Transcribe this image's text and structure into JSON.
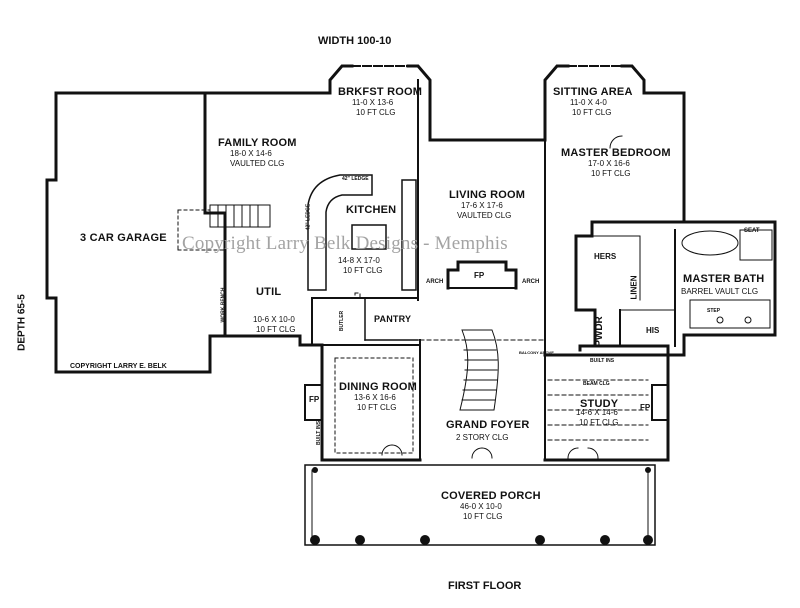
{
  "plan": {
    "width_label": "WIDTH 100-10",
    "depth_label": "DEPTH 65-5",
    "floor_label": "FIRST FLOOR",
    "copyright_text": "COPYRIGHT LARRY E. BELK",
    "watermark": "Copyright Larry Belk Designs - Memphis"
  },
  "rooms": {
    "garage": {
      "name": "3 CAR GARAGE"
    },
    "family": {
      "name": "FAMILY ROOM",
      "size": "18-0 X 14-6",
      "note": "VAULTED CLG"
    },
    "breakfast": {
      "name": "BRKFST ROOM",
      "size": "11-0 X 13-6",
      "note": "10 FT CLG"
    },
    "kitchen": {
      "name": "KITCHEN",
      "size": "14-8 X 17-0",
      "note": "10 FT CLG"
    },
    "util": {
      "name": "UTIL",
      "size": "10-6 X 10-0",
      "note": "10 FT CLG"
    },
    "pantry": {
      "name": "PANTRY"
    },
    "living": {
      "name": "LIVING ROOM",
      "size": "17-6 X 17-6",
      "note": "VAULTED CLG"
    },
    "sitting": {
      "name": "SITTING AREA",
      "size": "11-0 X 4-0",
      "note": "10 FT CLG"
    },
    "master_bed": {
      "name": "MASTER BEDROOM",
      "size": "17-0 X 16-6",
      "note": "10 FT CLG"
    },
    "master_bath": {
      "name": "MASTER BATH",
      "note": "BARREL VAULT CLG"
    },
    "dining": {
      "name": "DINING ROOM",
      "size": "13-6 X 16-6",
      "note": "10 FT CLG"
    },
    "foyer": {
      "name": "GRAND FOYER",
      "note": "2 STORY CLG"
    },
    "study": {
      "name": "STUDY",
      "size": "14-6 X 14-6",
      "note": "10 FT CLG"
    },
    "porch": {
      "name": "COVERED PORCH",
      "size": "46-0 X 10-0",
      "note": "10 FT CLG"
    }
  },
  "labels": {
    "fp": "FP",
    "arch": "ARCH",
    "hers": "HERS",
    "his": "HIS",
    "linen": "LINEN",
    "pwdr": "PWDR",
    "seat": "SEAT",
    "step": "STEP",
    "butler": "BUTLER",
    "work_bench": "WORK BENCH",
    "built_ins": "BUILT INS",
    "beam_clg": "BEAM CLG",
    "ledge": "42\" LEDGE",
    "ledge_short": "42\" LEDGE",
    "balcony": "BALCONY ABOVE"
  }
}
